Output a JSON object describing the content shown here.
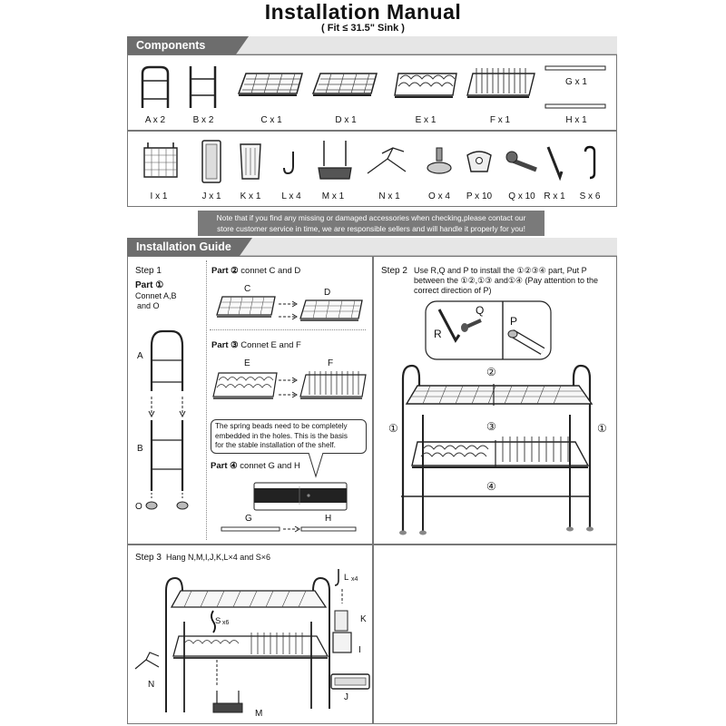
{
  "header": {
    "title": "Installation  Manual",
    "subtitle": "( Fit ≤ 31.5\" Sink )"
  },
  "components": {
    "heading": "Components",
    "row1": [
      {
        "id": "A",
        "cap": "A x 2",
        "icon": "side-frame-a-icon"
      },
      {
        "id": "B",
        "cap": "B x 2",
        "icon": "side-frame-b-icon"
      },
      {
        "id": "C",
        "cap": "C x 1",
        "icon": "shelf-c-icon"
      },
      {
        "id": "D",
        "cap": "D x 1",
        "icon": "shelf-d-icon"
      },
      {
        "id": "E",
        "cap": "E x 1",
        "icon": "dish-rack-e-icon"
      },
      {
        "id": "F",
        "cap": "F x 1",
        "icon": "dish-rack-f-icon"
      },
      {
        "id": "G",
        "cap": "G x 1",
        "icon": "rod-g-icon"
      },
      {
        "id": "H",
        "cap": "H x 1",
        "icon": "rod-h-icon"
      }
    ],
    "row2": [
      {
        "id": "I",
        "cap": "I x 1",
        "icon": "basket-i-icon"
      },
      {
        "id": "J",
        "cap": "J x 1",
        "icon": "tray-j-icon"
      },
      {
        "id": "K",
        "cap": "K x 1",
        "icon": "cup-k-icon"
      },
      {
        "id": "L",
        "cap": "L x 4",
        "icon": "hook-l-icon"
      },
      {
        "id": "M",
        "cap": "M x 1",
        "icon": "rack-m-icon"
      },
      {
        "id": "N",
        "cap": "N x 1",
        "icon": "holder-n-icon"
      },
      {
        "id": "O",
        "cap": "O x 4",
        "icon": "foot-o-icon"
      },
      {
        "id": "P",
        "cap": "P x 10",
        "icon": "connector-p-icon"
      },
      {
        "id": "Q",
        "cap": "Q x 10",
        "icon": "screw-q-icon"
      },
      {
        "id": "R",
        "cap": "R x 1",
        "icon": "allen-key-r-icon"
      },
      {
        "id": "S",
        "cap": "S x 6",
        "icon": "s-hook-icon"
      }
    ],
    "note_line1": "Note that if you find any missing or damaged accessories when checking,please contact our",
    "note_line2": "store customer service in time, we are responsible sellers and will handle it properly for you!"
  },
  "guide": {
    "heading": "Installation Guide",
    "step1": {
      "label": "Step 1",
      "part1_head": "Part ①",
      "part1_text1": "Connet A,B",
      "part1_text2": "and O",
      "label_a": "A",
      "label_b": "B",
      "label_o": "O",
      "part2_head": "Part ②",
      "part2_text": "connet C and D",
      "label_c": "C",
      "label_d": "D",
      "part3_head": "Part ③",
      "part3_text": "Connet E and F",
      "label_e": "E",
      "label_f": "F",
      "callout1": "The spring beads need to be completely",
      "callout2": "embedded in the holes. This is the basis",
      "callout3": "for the stable installation of the shelf.",
      "part4_head": "Part ④",
      "part4_text": "connet G and H",
      "label_g": "G",
      "label_h": "H"
    },
    "step2": {
      "label": "Step 2",
      "text1": "Use R,Q and P to install the ①②③④ part, Put P",
      "text2": "between the ①②,①③ and①④ (Pay attention to the",
      "text3": "correct direction of P)",
      "label_q": "Q",
      "label_p": "P",
      "label_r": "R",
      "m1": "①",
      "m2": "②",
      "m3": "③",
      "m4": "④"
    },
    "step3": {
      "label": "Step 3",
      "text": "Hang N,M,I,J,K,L×4 and S×6",
      "label_s": "S",
      "label_sx": "x6",
      "label_l": "L",
      "label_lx": "x4",
      "label_k": "K",
      "label_i": "I",
      "label_n": "N",
      "label_j": "J",
      "label_m": "M"
    }
  }
}
